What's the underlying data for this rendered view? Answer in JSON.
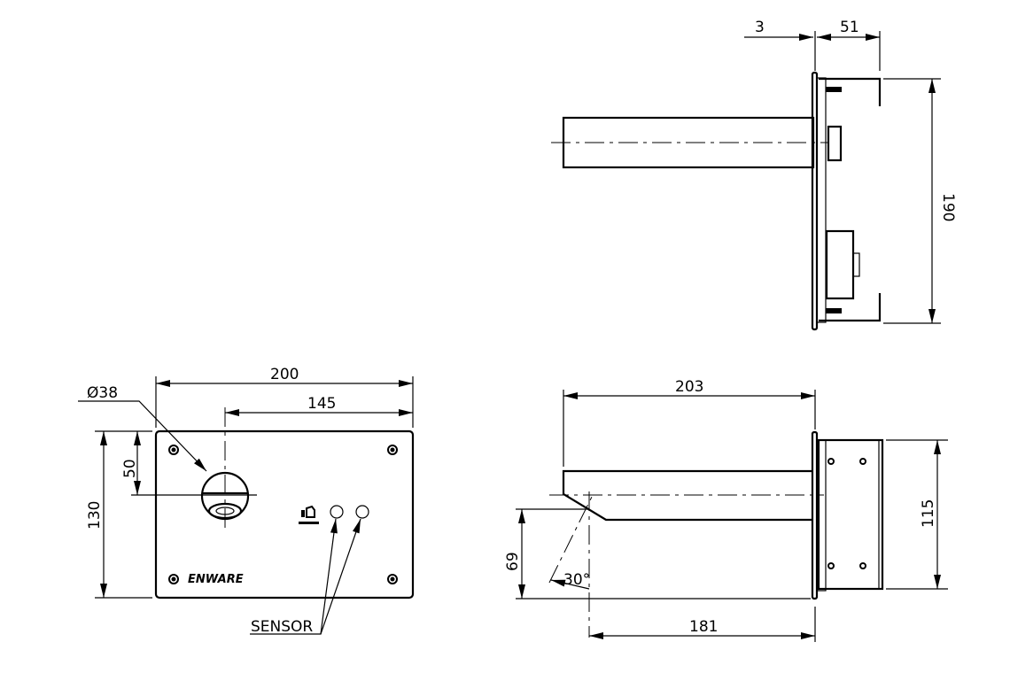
{
  "drawing": {
    "brand": "ENWARE",
    "front_view": {
      "width": "200",
      "outlet_offset": "145",
      "diameter": "Ø38",
      "height": "130",
      "outlet_height": "50",
      "sensor_label": "SENSOR"
    },
    "top_view": {
      "plate_thickness": "3",
      "box_depth": "51",
      "box_height": "190"
    },
    "side_view": {
      "spout_length": "203",
      "reach": "181",
      "height_to_outlet": "69",
      "angle": "30°",
      "box_height": "115"
    }
  }
}
